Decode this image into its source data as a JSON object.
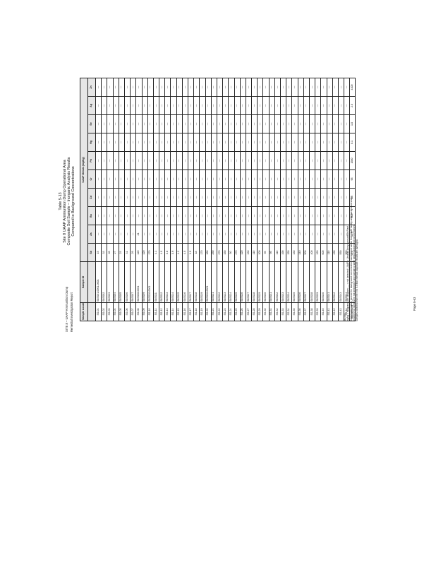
{
  "document": {
    "title_lines": [
      "Table 5-13",
      "Site 8 UAAP Ammunition Dump Operational Area",
      "Composite Soil Sample – Inorganic Analysis Results",
      "Compared to Background Concentrations"
    ],
    "headers": {
      "location": "Sample Location",
      "sample_id": "Sample ID",
      "analytes_group": "UAAP Metals (mg/kg)",
      "analytes": [
        "Sb",
        "As",
        "Ba",
        "Cd",
        "Cr",
        "Pb",
        "Hg",
        "Se",
        "Ag",
        "Zn"
      ]
    },
    "rows": [
      {
        "loc": "SS-01",
        "id": "S8SS01-0001-0001",
        "v": [
          "15",
          "—",
          "—",
          "—",
          "—",
          "—",
          "—",
          "—",
          "—",
          "—"
        ]
      },
      {
        "loc": "SS-02",
        "id": "S8SS02",
        "v": [
          "33",
          "—",
          "—",
          "—",
          "—",
          "—",
          "—",
          "—",
          "—",
          "—"
        ]
      },
      {
        "loc": "SS-03",
        "id": "S8SS03",
        "v": [
          "28",
          "—",
          "—",
          "—",
          "—",
          "—",
          "—",
          "—",
          "—",
          "—"
        ]
      },
      {
        "loc": "SS-04",
        "id": "S8SS04",
        "v": [
          "27",
          "—",
          "—",
          "—",
          "—",
          "—",
          "—",
          "—",
          "—",
          "—"
        ]
      },
      {
        "loc": "SS-05",
        "id": "S8SS05",
        "v": [
          "23",
          "—",
          "—",
          "—",
          "—",
          "—",
          "—",
          "—",
          "—",
          "—"
        ]
      },
      {
        "loc": "SS-06",
        "id": "S8SS06",
        "v": [
          "31",
          "—",
          "—",
          "—",
          "—",
          "—",
          "—",
          "—",
          "—",
          "—"
        ]
      },
      {
        "loc": "SS-07",
        "id": "S8SS07",
        "v": [
          "29",
          "—",
          "—",
          "—",
          "—",
          "—",
          "—",
          "—",
          "—",
          "—"
        ]
      },
      {
        "loc": "SS-08",
        "id": "S8SS08-0001",
        "v": [
          "120",
          "21",
          "—",
          "—",
          "—",
          "—",
          "—",
          "—",
          "—",
          "—"
        ]
      },
      {
        "loc": "SS-09",
        "id": "S8SS09",
        "v": [
          "120",
          "—",
          "—",
          "—",
          "—",
          "—",
          "—",
          "—",
          "—",
          "—"
        ]
      },
      {
        "loc": "SS-10",
        "id": "S8SS10-0001",
        "v": [
          "170",
          "—",
          "—",
          "—",
          "—",
          "—",
          "—",
          "—",
          "—",
          "—"
        ]
      },
      {
        "loc": "SS-11",
        "id": "S8SS11",
        "v": [
          "4.1",
          "—",
          "—",
          "—",
          "—",
          "—",
          "—",
          "—",
          "—",
          "—"
        ]
      },
      {
        "loc": "SS-12",
        "id": "S8SS12",
        "v": [
          "4.0",
          "—",
          "—",
          "—",
          "—",
          "—",
          "—",
          "—",
          "—",
          "—"
        ]
      },
      {
        "loc": "SS-13",
        "id": "S8SS13",
        "v": [
          "3.8",
          "—",
          "—",
          "—",
          "—",
          "—",
          "—",
          "—",
          "—",
          "—"
        ]
      },
      {
        "loc": "SS-14",
        "id": "S8SS14",
        "v": [
          "3.9",
          "—",
          "—",
          "—",
          "—",
          "—",
          "—",
          "—",
          "—",
          "—"
        ]
      },
      {
        "loc": "SS-15",
        "id": "S8SS15",
        "v": [
          "4.2",
          "—",
          "—",
          "—",
          "—",
          "—",
          "—",
          "—",
          "—",
          "—"
        ]
      },
      {
        "loc": "SS-16",
        "id": "S8SS16",
        "v": [
          "4.0",
          "—",
          "—",
          "—",
          "—",
          "—",
          "—",
          "—",
          "—",
          "—"
        ]
      },
      {
        "loc": "SS-17",
        "id": "S8SS17",
        "v": [
          "1.9",
          "—",
          "—",
          "—",
          "—",
          "—",
          "—",
          "—",
          "—",
          "—"
        ]
      },
      {
        "loc": "SS-18",
        "id": "S8SS18",
        "v": [
          "18",
          "—",
          "—",
          "—",
          "—",
          "—",
          "—",
          "—",
          "—",
          "—"
        ]
      },
      {
        "loc": "SS-19",
        "id": "S8SS19",
        "v": [
          "170",
          "—",
          "—",
          "—",
          "—",
          "—",
          "—",
          "—",
          "—",
          "—"
        ]
      },
      {
        "loc": "SS-20",
        "id": "S8SS20-0001",
        "v": [
          "180",
          "—",
          "—",
          "—",
          "—",
          "—",
          "—",
          "—",
          "—",
          "—"
        ]
      },
      {
        "loc": "SS-21",
        "id": "S8SS21",
        "v": [
          "250",
          "—",
          "—",
          "—",
          "—",
          "—",
          "—",
          "—",
          "—",
          "—"
        ]
      },
      {
        "loc": "SS-22",
        "id": "S8SS22",
        "v": [
          "270",
          "—",
          "—",
          "—",
          "—",
          "—",
          "—",
          "—",
          "—",
          "—"
        ]
      },
      {
        "loc": "SS-23",
        "id": "S8SS23",
        "v": [
          "150",
          "—",
          "—",
          "—",
          "—",
          "—",
          "—",
          "—",
          "—",
          "—"
        ]
      },
      {
        "loc": "SS-24",
        "id": "S8SS24",
        "v": [
          "50",
          "—",
          "—",
          "—",
          "—",
          "—",
          "—",
          "—",
          "—",
          "—"
        ]
      },
      {
        "loc": "SS-25",
        "id": "S8SS25",
        "v": [
          "270",
          "—",
          "—",
          "—",
          "—",
          "—",
          "—",
          "—",
          "—",
          "—"
        ]
      },
      {
        "loc": "SS-26",
        "id": "S8SS26",
        "v": [
          "120",
          "—",
          "—",
          "—",
          "—",
          "—",
          "—",
          "—",
          "—",
          "—"
        ]
      },
      {
        "loc": "SS-27",
        "id": "S8SS27",
        "v": [
          "130",
          "—",
          "—",
          "—",
          "—",
          "—",
          "—",
          "—",
          "—",
          "—"
        ]
      },
      {
        "loc": "SS-28",
        "id": "S8SS28",
        "v": [
          "110",
          "—",
          "—",
          "—",
          "—",
          "—",
          "—",
          "—",
          "—",
          "—"
        ]
      },
      {
        "loc": "SS-29",
        "id": "S8SS29",
        "v": [
          "100",
          "—",
          "—",
          "—",
          "—",
          "—",
          "—",
          "—",
          "—",
          "—"
        ]
      },
      {
        "loc": "SS-30",
        "id": "S8SS30",
        "v": [
          "95",
          "—",
          "—",
          "—",
          "—",
          "—",
          "—",
          "—",
          "—",
          "—"
        ]
      },
      {
        "loc": "SS-31",
        "id": "S8SS31",
        "v": [
          "95",
          "—",
          "—",
          "—",
          "—",
          "—",
          "—",
          "—",
          "—",
          "—"
        ]
      },
      {
        "loc": "SS-32",
        "id": "S8SS32",
        "v": [
          "110",
          "—",
          "—",
          "—",
          "—",
          "—",
          "—",
          "—",
          "—",
          "—"
        ]
      },
      {
        "loc": "SS-33",
        "id": "S8SS33",
        "v": [
          "190",
          "—",
          "—",
          "—",
          "—",
          "—",
          "—",
          "—",
          "—",
          "—"
        ]
      },
      {
        "loc": "SS-34",
        "id": "S8SS34",
        "v": [
          "150",
          "—",
          "—",
          "—",
          "—",
          "—",
          "—",
          "—",
          "—",
          "—"
        ]
      },
      {
        "loc": "SS-35",
        "id": "S8SS35",
        "v": [
          "130",
          "—",
          "—",
          "—",
          "—",
          "—",
          "—",
          "—",
          "—",
          "—"
        ]
      },
      {
        "loc": "SS-36",
        "id": "S8SS36",
        "v": [
          "140",
          "—",
          "—",
          "—",
          "—",
          "—",
          "—",
          "—",
          "—",
          "—"
        ]
      },
      {
        "loc": "SS-37",
        "id": "S8SS37",
        "v": [
          "500",
          "—",
          "—",
          "—",
          "—",
          "—",
          "—",
          "—",
          "—",
          "—"
        ]
      },
      {
        "loc": "SS-38",
        "id": "S8SS38",
        "v": [
          "400",
          "—",
          "—",
          "—",
          "—",
          "—",
          "—",
          "—",
          "—",
          "—"
        ]
      },
      {
        "loc": "SS-39",
        "id": "S8SS39",
        "v": [
          "120",
          "—",
          "—",
          "—",
          "—",
          "—",
          "—",
          "—",
          "—",
          "—"
        ]
      },
      {
        "loc": "SS-40",
        "id": "S8SS40",
        "v": [
          "600",
          "—",
          "—",
          "—",
          "—",
          "—",
          "—",
          "—",
          "—",
          "—"
        ]
      },
      {
        "loc": "SS-41",
        "id": "S8SS41",
        "v": [
          "110",
          "—",
          "—",
          "—",
          "—",
          "—",
          "—",
          "—",
          "—",
          "—"
        ]
      },
      {
        "loc": "SS-42",
        "id": "S8SS42",
        "v": [
          "490",
          "—",
          "—",
          "—",
          "—",
          "—",
          "—",
          "—",
          "—",
          "—"
        ]
      },
      {
        "loc": "SS-43",
        "id": "S8SS43",
        "v": [
          "550",
          "—",
          "—",
          "—",
          "—",
          "—",
          "—",
          "—",
          "—",
          "—"
        ]
      },
      {
        "loc": "SS-44",
        "id": "S8SS44",
        "v": [
          "900",
          "—",
          "—",
          "—",
          "—",
          "—",
          "—",
          "—",
          "—",
          "—"
        ]
      }
    ],
    "background_row": {
      "loc": "Background",
      "id": "—",
      "v": [
        "4.3",
        "13.9",
        "500",
        "1.0",
        "95",
        "1500",
        "0.1",
        "1.8",
        "2.0",
        "4100"
      ]
    },
    "notes": [
      "NOTES:",
      "mg/kg = milligrams per kilogram; — = not detected; UAAP = Umatilla Army Ammunition Plant.",
      "Bold/shaded values exceed the background concentration; background values from UAAP facility-wide background study.",
      "Analytes not listed were not detected in any sample or were below background concentrations.",
      "Samples collected from the 0 to 0.5 foot interval; duplicate results are averaged."
    ],
    "footer_left": [
      "SITE 8 – UAAP Ammunition Dump",
      "Remedial Investigation Report"
    ],
    "footer_page": "Page 5-63"
  }
}
